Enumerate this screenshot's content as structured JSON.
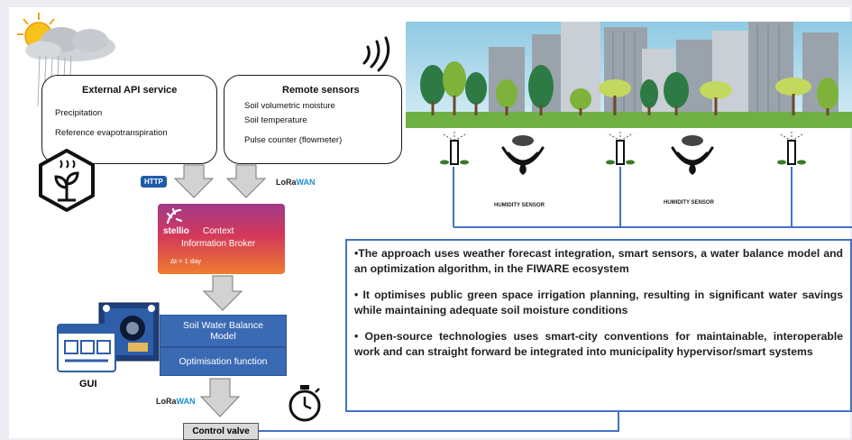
{
  "external_api": {
    "title": "External API service",
    "items": [
      "Precipitation",
      "Reference evapotranspiration"
    ]
  },
  "remote_sensors": {
    "title": "Remote sensors",
    "items": [
      "Soil volumetric moisture",
      "Soil temperature",
      "Pulse counter (flowmeter)"
    ]
  },
  "protocols": {
    "http": "HTTP",
    "lora_a": "LoRa",
    "lora_b": "WAN"
  },
  "broker": {
    "brand": "stellio",
    "line1": "Context",
    "line2": "Information Broker",
    "interval": "Δt = 1 day"
  },
  "model": {
    "line1": "Soil Water Balance",
    "line2": "Model",
    "optimisation": "Optimisation function"
  },
  "gui_label": "GUI",
  "control_valve": "Control valve",
  "humidity_sensor": "HUMIDITY SENSOR",
  "bullets": [
    "•The approach uses weather forecast integration, smart sensors, a water balance model and an optimization algorithm, in the FIWARE ecosystem",
    "• It optimises public green space irrigation planning, resulting in significant water savings while maintaining adequate soil moisture conditions",
    "• Open-source technologies uses smart-city conventions for maintainable, interoperable work and can straight forward be integrated into municipality hypervisor/smart systems"
  ],
  "colors": {
    "accent_blue": "#4472c4",
    "model_blue": "#3b6ab4",
    "sky": "#b9dcec",
    "grass": "#6fb043"
  }
}
